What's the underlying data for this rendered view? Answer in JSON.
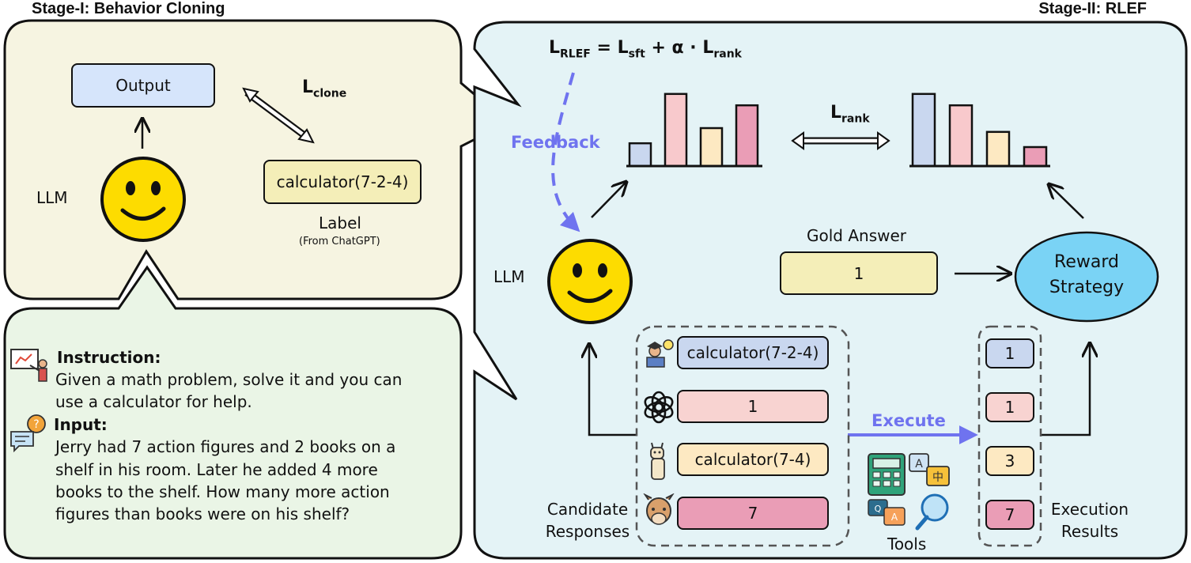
{
  "stage1": {
    "title": "Stage-I: Behavior Cloning",
    "output_label": "Output",
    "llm_label": "LLM",
    "loss_main": "L",
    "loss_sub": "clone",
    "label_box": "calculator(7-2-4)",
    "label_caption": "Label",
    "label_source": "(From ChatGPT)"
  },
  "prompt": {
    "instruction_heading": "Instruction:",
    "instruction_line1": "Given a math problem, solve it and you can",
    "instruction_line2": "use a calculator for help.",
    "input_heading": "Input:",
    "input_line1": "Jerry had 7 action figures and 2 books on a",
    "input_line2": "shelf in his room. Later he added 4 more",
    "input_line3": "books to the shelf. How many more action",
    "input_line4": "figures than books were on his shelf?"
  },
  "stage2": {
    "title": "Stage-II: RLEF",
    "formula": {
      "l1": "L",
      "s1": "RLEF",
      "eq": " = ",
      "l2": "L",
      "s2": "sft",
      "plus": " + α · ",
      "l3": "L",
      "s3": "rank"
    },
    "rank_loss": {
      "main": "L",
      "sub": "rank"
    },
    "feedback_label": "Feedback",
    "llm_label": "LLM",
    "gold_answer_label": "Gold Answer",
    "gold_answer_value": "1",
    "reward_strategy_line1": "Reward",
    "reward_strategy_line2": "Strategy",
    "candidates": [
      {
        "text": "calculator(7-2-4)",
        "color": "#c9d7ef",
        "icon": "teacher-icon"
      },
      {
        "text": "1",
        "color": "#f8d3d1",
        "icon": "openai-icon"
      },
      {
        "text": "calculator(7-4)",
        "color": "#fde9c2",
        "icon": "llama-icon"
      },
      {
        "text": "7",
        "color": "#ea9db6",
        "icon": "alpaca-icon"
      }
    ],
    "candidate_caption_line1": "Candidate",
    "candidate_caption_line2": "Responses",
    "execute_label": "Execute",
    "tools_label": "Tools",
    "results": [
      {
        "text": "1",
        "color": "#c9d7ef"
      },
      {
        "text": "1",
        "color": "#f8d3d1"
      },
      {
        "text": "3",
        "color": "#fde9c2"
      },
      {
        "text": "7",
        "color": "#ea9db6"
      }
    ],
    "results_caption_line1": "Execution",
    "results_caption_line2": "Results"
  },
  "chart_data": [
    {
      "type": "bar",
      "name": "model-scores",
      "values": [
        3,
        9.5,
        5,
        8
      ],
      "colors": [
        "#c9d7ef",
        "#f8c9cc",
        "#fde9c2",
        "#ea9db6"
      ]
    },
    {
      "type": "bar",
      "name": "reward-scores",
      "values": [
        9.5,
        8,
        4.5,
        2.5
      ],
      "colors": [
        "#c9d7ef",
        "#f8c9cc",
        "#fde9c2",
        "#ea9db6"
      ]
    }
  ],
  "colors": {
    "stage1_bg": "#f6f4e1",
    "prompt_bg": "#eaf5e6",
    "stage2_bg": "#e4f3f6",
    "feedback": "#6f73ef",
    "reward_ellipse": "#7ad3f5",
    "output_box": "#d6e5fb",
    "label_box": "#f4eeb8",
    "gold_box": "#f4eeb8"
  }
}
